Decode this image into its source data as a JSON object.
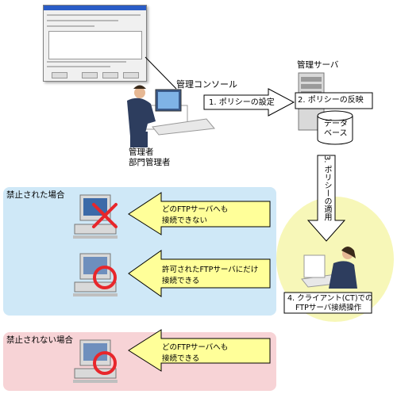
{
  "labels": {
    "admin_console": "管理コンソール",
    "admin_title_line1": "管理者",
    "admin_title_line2": "部門管理者",
    "server_title": "管理サーバ",
    "step1": "1. ポリシーの設定",
    "step2": "2. ポリシーの反映",
    "database_line1": "データ",
    "database_line2": "ベース",
    "step3": "3. ポリシーの適用",
    "step4_line1": "4. クライアント(CT)での",
    "step4_line2": "FTPサーバ接続操作",
    "prohibited_heading": "禁止された場合",
    "not_prohibited_heading": "禁止されない場合",
    "arrow1_line1": "どのFTPサーバへも",
    "arrow1_line2": "接続できない",
    "arrow2_line1": "許可されたFTPサーバにだけ",
    "arrow2_line2": "接続できる",
    "arrow3_line1": "どのFTPサーバへも",
    "arrow3_line2": "接続できる"
  },
  "colors": {
    "prohibited_panel": "#cfe8f7",
    "not_prohibited_panel": "#f7d3d6",
    "client_circle": "#f7f7b8",
    "arrow_fill": "#ffff99",
    "deny_mark": "#e8262b",
    "allow_mark": "#e8262b"
  }
}
